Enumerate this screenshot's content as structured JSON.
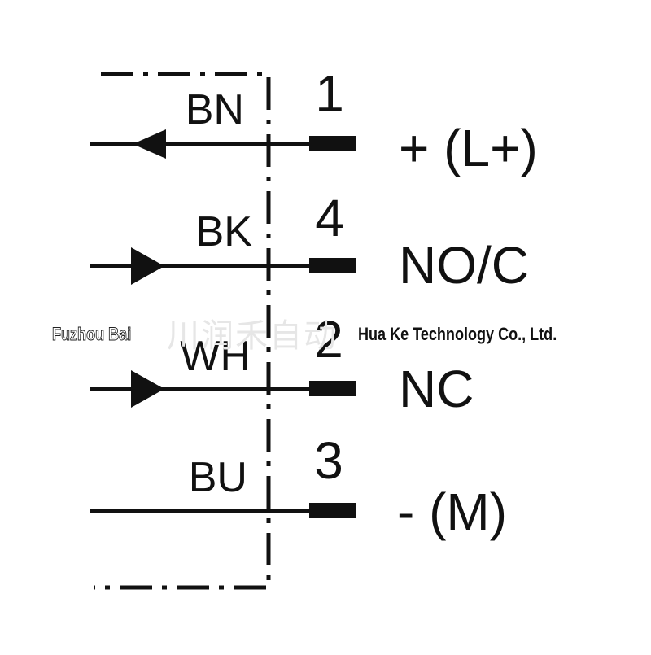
{
  "wires": [
    {
      "color_code": "BN",
      "pin": "1",
      "signal": "+ (L+)",
      "arrow": "left"
    },
    {
      "color_code": "BK",
      "pin": "4",
      "signal": "NO/C",
      "arrow": "right"
    },
    {
      "color_code": "WH",
      "pin": "2",
      "signal": "NC",
      "arrow": "right"
    },
    {
      "color_code": "BU",
      "pin": "3",
      "signal": "- (M)",
      "arrow": "none"
    }
  ],
  "watermark": {
    "left": "Fuzhou Bai",
    "right": "Hua Ke Technology Co., Ltd.",
    "faint": "川润禾自动"
  },
  "colors": {
    "line": "#111111",
    "background": "#ffffff"
  }
}
